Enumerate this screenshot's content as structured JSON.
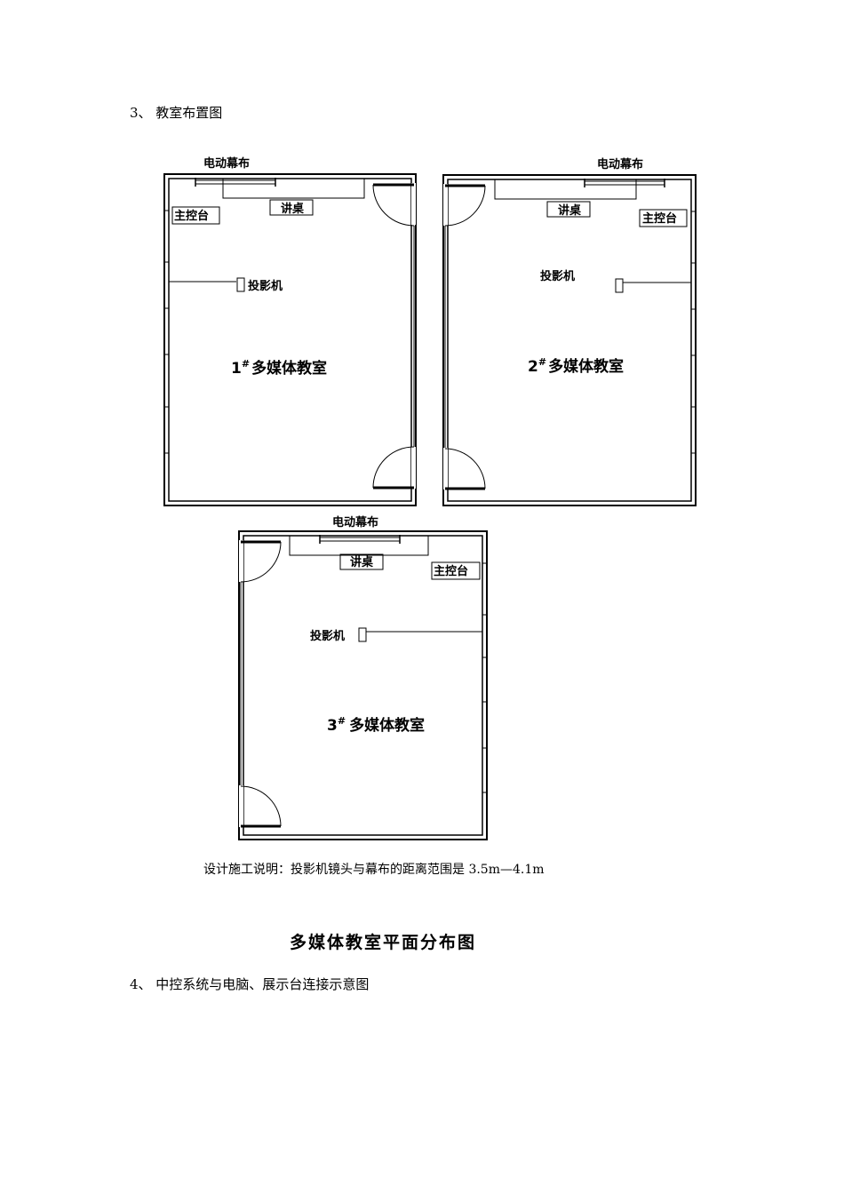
{
  "sections": {
    "s3": "3、 教室布置图",
    "s4": "4、 中控系统与电脑、展示台连接示意图"
  },
  "labels": {
    "screen": "电动幕布",
    "desk": "讲桌",
    "console": "主控台",
    "projector": "投影机",
    "room_base": "多媒体教室",
    "room1_num": "1",
    "room2_num": "2",
    "room3_num": "3",
    "sup": "#"
  },
  "note": "设计施工说明：投影机镜头与幕布的距离范围是 3.5m—4.1m",
  "caption": "多媒体教室平面分布图"
}
